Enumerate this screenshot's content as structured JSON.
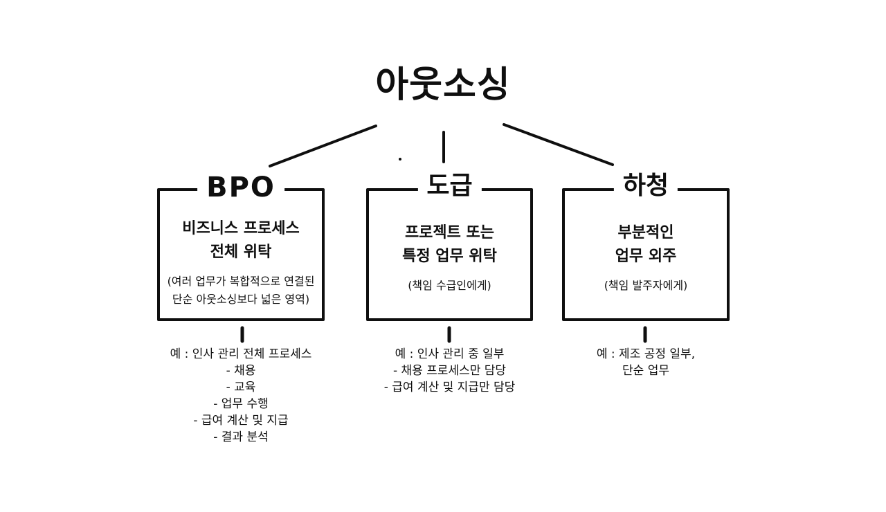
{
  "colors": {
    "ink": "#0f0f0f",
    "background": "#ffffff"
  },
  "title": "아웃소싱",
  "branches": [
    {
      "name": "BPO",
      "summary_lines": [
        "비즈니스 프로세스",
        "전체 위탁"
      ],
      "note_lines": [
        "(여러 업무가 복합적으로 연결된",
        "단순 아웃소싱보다 넓은 영역)"
      ],
      "example_lines": [
        "예 : 인사 관리 전체 프로세스",
        "- 채용",
        "- 교육",
        "- 업무 수행",
        "- 급여 계산 및 지급",
        "- 결과 분석"
      ]
    },
    {
      "name": "도급",
      "summary_lines": [
        "프로젝트 또는",
        "특정 업무 위탁"
      ],
      "note_lines": [
        "(책임 수급인에게)"
      ],
      "example_lines": [
        "예 : 인사 관리 중 일부",
        "- 채용 프로세스만 담당",
        "- 급여 계산 및 지급만 담당"
      ]
    },
    {
      "name": "하청",
      "summary_lines": [
        "부분적인",
        "업무 외주"
      ],
      "note_lines": [
        "(책임 발주자에게)"
      ],
      "example_lines": [
        "예 : 제조 공정 일부,",
        "단순 업무"
      ]
    }
  ]
}
